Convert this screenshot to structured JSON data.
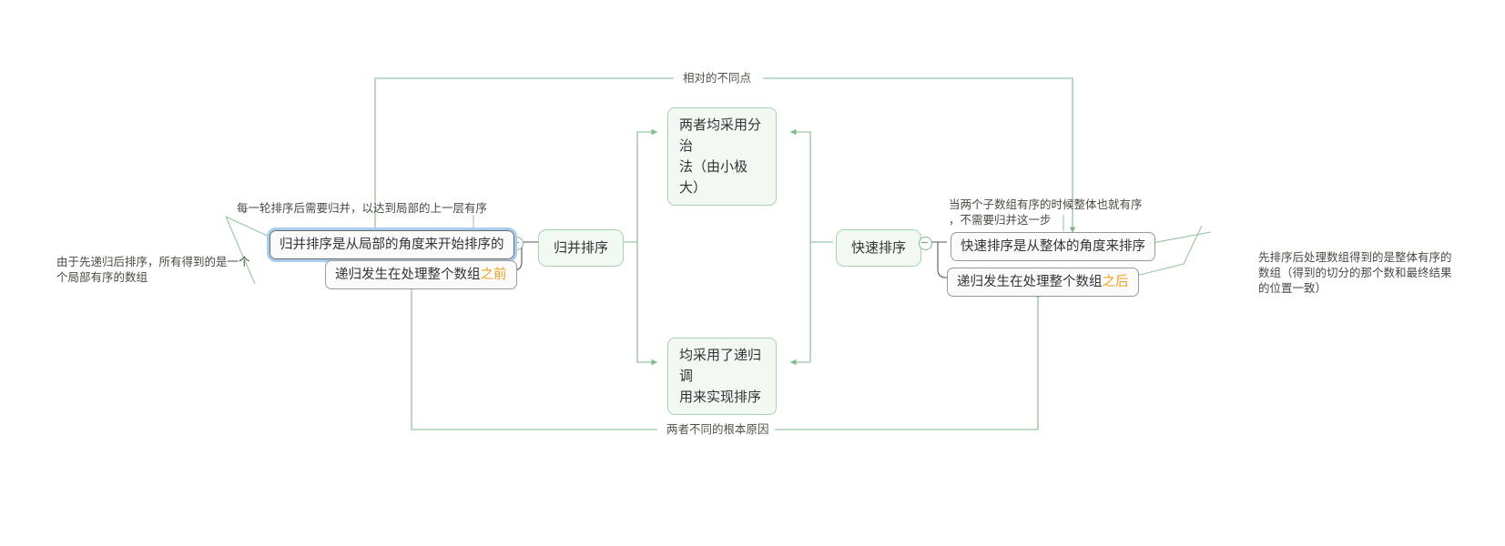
{
  "diagram": {
    "type": "mindmap",
    "title": "归并排序与快速排序对比",
    "colors": {
      "green_fill": "#f2f9f3",
      "green_stroke": "#a9d3b0",
      "gray_stroke": "#9a9a9a",
      "selection_halo": "#a8cdf0",
      "highlight_text": "#f0a020",
      "link_green": "#7fba8c",
      "link_dark": "#555555",
      "text": "#333333",
      "note_text": "#4a4a42"
    },
    "topics": {
      "merge_sort": "归并排序",
      "quick_sort": "快速排序"
    },
    "shared_nodes": [
      {
        "id": "divide-conquer",
        "text": "两者均采用分治\n法（由小极大）"
      },
      {
        "id": "recursion",
        "text": "均采用了递归调\n用来实现排序"
      }
    ],
    "merge_sort_leaves": [
      {
        "id": "merge-local-view",
        "text": "归并排序是从局部的角度来开始排序的",
        "selected": true
      },
      {
        "id": "merge-recursion-order",
        "prefix": "递归发生在处理整个数组",
        "highlight": "之前",
        "selected": false
      }
    ],
    "quick_sort_leaves": [
      {
        "id": "quick-global-view",
        "text": "快速排序是从整体的角度来排序",
        "selected": false
      },
      {
        "id": "quick-recursion-order",
        "prefix": "递归发生在处理整个数组",
        "highlight": "之后",
        "selected": false
      }
    ],
    "notes": [
      {
        "id": "note-merge-above",
        "text": "每一轮排序后需要归并，以达到局部的上一层有序"
      },
      {
        "id": "note-merge-left",
        "text": "由于先递归后排序，所有得到的是一个\n个局部有序的数组"
      },
      {
        "id": "note-quick-above",
        "text": "当两个子数组有序的时候整体也就有序\n，不需要归并这一步"
      },
      {
        "id": "note-quick-right",
        "text": "先排序后处理数组得到的是整体有序的\n数组（得到的切分的那个数和最终结果\n的位置一致）"
      }
    ],
    "relationships": [
      {
        "id": "rel-top",
        "label": "相对的不同点"
      },
      {
        "id": "rel-bottom",
        "label": "两者不同的根本原因"
      }
    ]
  }
}
